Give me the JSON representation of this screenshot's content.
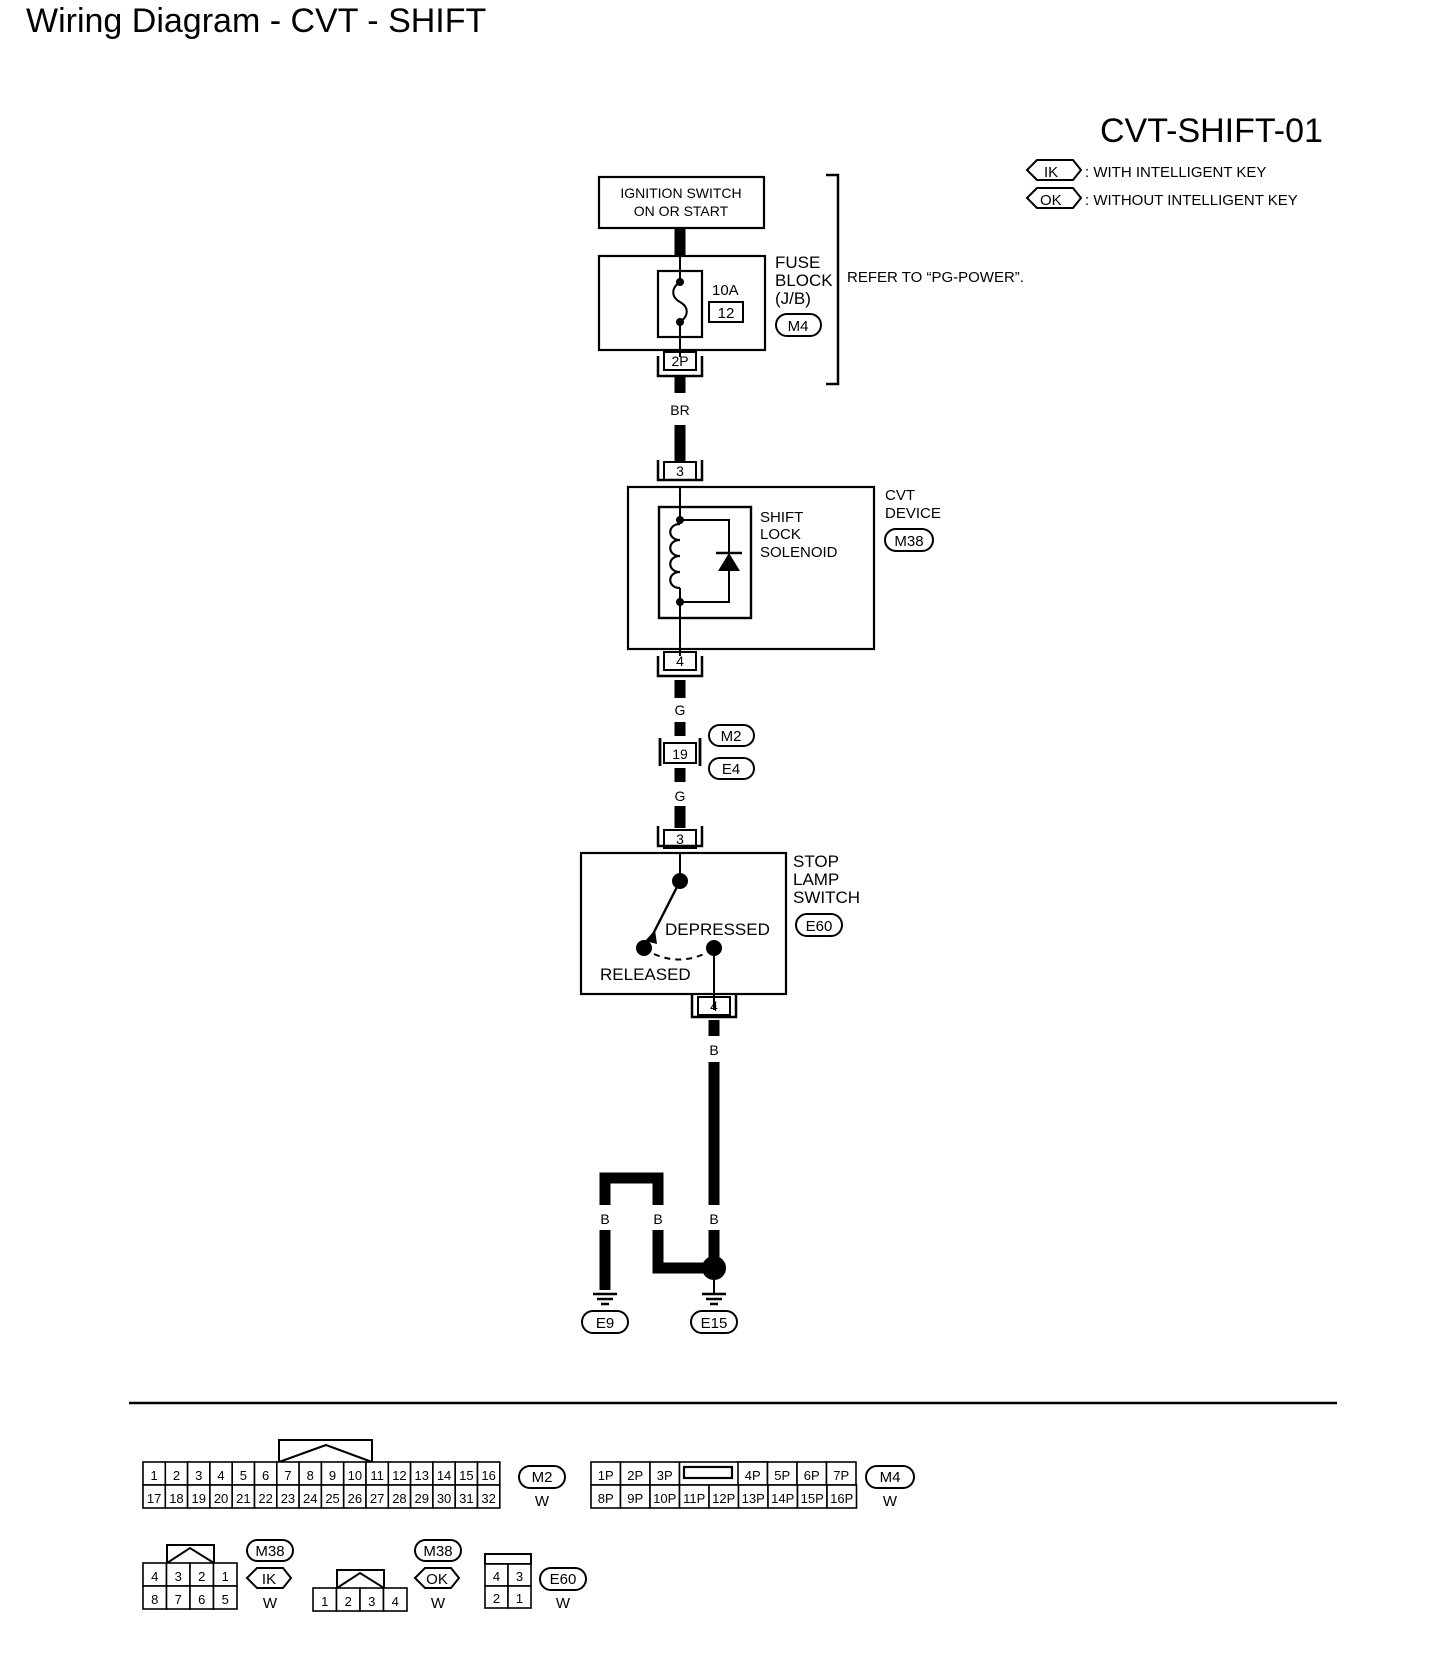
{
  "page_title": "Wiring Diagram - CVT - SHIFT",
  "diagram_id": "CVT-SHIFT-01",
  "legend": [
    {
      "code": "IK",
      "text": ": WITH INTELLIGENT KEY"
    },
    {
      "code": "OK",
      "text": ": WITHOUT INTELLIGENT KEY"
    }
  ],
  "ignition": {
    "line1": "IGNITION SWITCH",
    "line2": "ON OR START"
  },
  "fuse_block": {
    "l1": "FUSE",
    "l2": "BLOCK",
    "l3": "(J/B)",
    "connector": "M4",
    "amps": "10A",
    "fuse_no": "12",
    "pin": "2P"
  },
  "refer_text": "REFER TO “PG-POWER”.",
  "wires": {
    "br": "BR",
    "g1": "G",
    "g2": "G",
    "b1": "B",
    "b_left": "B",
    "b_mid": "B",
    "b_right": "B"
  },
  "cvt_device": {
    "l1": "CVT",
    "l2": "DEVICE",
    "connector": "M38",
    "pin_in": "3",
    "pin_out": "4",
    "solenoid_l1": "SHIFT",
    "solenoid_l2": "LOCK",
    "solenoid_l3": "SOLENOID"
  },
  "joint_connector": {
    "pin": "19",
    "conn_top": "M2",
    "conn_bottom": "E4"
  },
  "stop_lamp": {
    "l1": "STOP",
    "l2": "LAMP",
    "l3": "SWITCH",
    "connector": "E60",
    "pin_in": "3",
    "pin_out": "4",
    "depressed": "DEPRESSED",
    "released": "RELEASED"
  },
  "grounds": [
    "E9",
    "E15"
  ],
  "connector_views": {
    "m2": {
      "label": "M2",
      "color": "W",
      "row1": [
        "1",
        "2",
        "3",
        "4",
        "5",
        "6",
        "7",
        "8",
        "9",
        "10",
        "11",
        "12",
        "13",
        "14",
        "15",
        "16"
      ],
      "row2": [
        "17",
        "18",
        "19",
        "20",
        "21",
        "22",
        "23",
        "24",
        "25",
        "26",
        "27",
        "28",
        "29",
        "30",
        "31",
        "32"
      ]
    },
    "m4": {
      "label": "M4",
      "color": "W",
      "row1_left": [
        "1P",
        "2P",
        "3P"
      ],
      "row1_right": [
        "4P",
        "5P",
        "6P",
        "7P"
      ],
      "row2": [
        "8P",
        "9P",
        "10P",
        "11P",
        "12P",
        "13P",
        "14P",
        "15P",
        "16P"
      ]
    },
    "m38_ik": {
      "label": "M38",
      "code": "IK",
      "color": "W",
      "row1": [
        "4",
        "3",
        "2",
        "1"
      ],
      "row2": [
        "8",
        "7",
        "6",
        "5"
      ]
    },
    "m38_ok": {
      "label": "M38",
      "code": "OK",
      "color": "W",
      "row1": [
        "1",
        "2",
        "3",
        "4"
      ]
    },
    "e60": {
      "label": "E60",
      "color": "W",
      "row1": [
        "4",
        "3"
      ],
      "row2": [
        "2",
        "1"
      ]
    }
  }
}
